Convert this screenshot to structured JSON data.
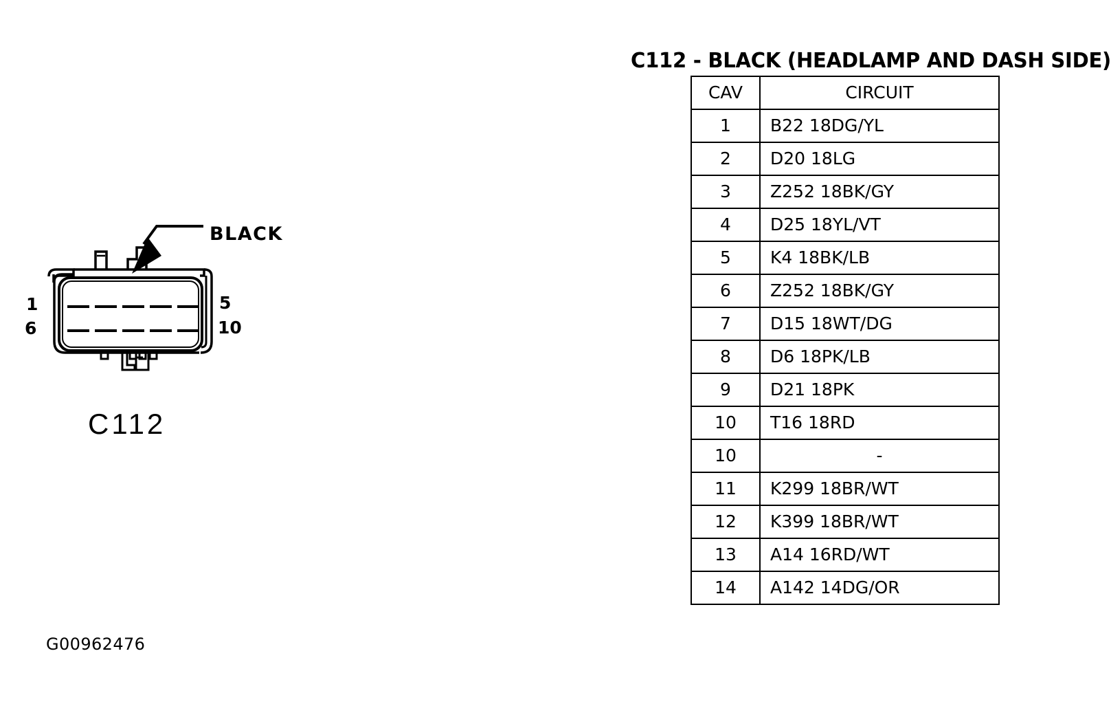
{
  "figure": {
    "connector_name": "C112",
    "color_callout": "BLACK",
    "pin_labels": {
      "top_left": "1",
      "bottom_left": "6",
      "top_right": "5",
      "bottom_right": "10"
    },
    "figure_id": "G00962476"
  },
  "table": {
    "title": "C112 - BLACK (HEADLAMP AND DASH SIDE)",
    "headers": {
      "cav": "CAV",
      "circuit": "CIRCUIT"
    },
    "rows": [
      {
        "cav": "1",
        "circuit": "B22 18DG/YL"
      },
      {
        "cav": "2",
        "circuit": "D20 18LG"
      },
      {
        "cav": "3",
        "circuit": "Z252 18BK/GY"
      },
      {
        "cav": "4",
        "circuit": "D25 18YL/VT"
      },
      {
        "cav": "5",
        "circuit": "K4 18BK/LB"
      },
      {
        "cav": "6",
        "circuit": "Z252 18BK/GY"
      },
      {
        "cav": "7",
        "circuit": "D15 18WT/DG"
      },
      {
        "cav": "8",
        "circuit": "D6 18PK/LB"
      },
      {
        "cav": "9",
        "circuit": "D21 18PK"
      },
      {
        "cav": "10",
        "circuit": "T16 18RD"
      },
      {
        "cav": "10",
        "circuit": "-"
      },
      {
        "cav": "11",
        "circuit": "K299 18BR/WT"
      },
      {
        "cav": "12",
        "circuit": "K399 18BR/WT"
      },
      {
        "cav": "13",
        "circuit": "A14 16RD/WT"
      },
      {
        "cav": "14",
        "circuit": "A142 14DG/OR"
      }
    ]
  },
  "colors": {
    "ink": "#000000",
    "paper": "#ffffff"
  }
}
